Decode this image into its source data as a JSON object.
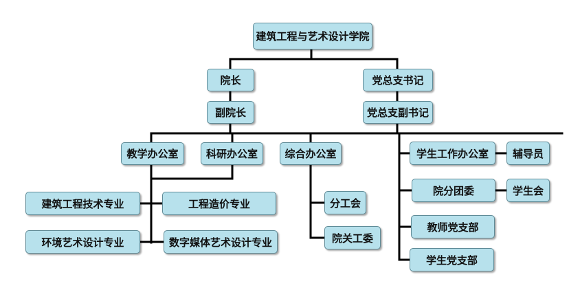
{
  "org": {
    "college": "建筑工程与艺术设计学院",
    "dean": "院长",
    "party_secretary": "党总支书记",
    "vice_dean": "副院长",
    "deputy_party_secretary": "党总支副书记",
    "teaching_office": "教学办公室",
    "research_office": "科研办公室",
    "general_office": "综合办公室",
    "student_affairs_office": "学生工作办公室",
    "counselor": "辅导员",
    "youth_league": "院分团委",
    "student_union": "学生会",
    "teacher_party_branch": "教师党支部",
    "student_party_branch": "学生党支部",
    "major_construction_tech": "建筑工程技术专业",
    "major_cost_engineering": "工程造价专业",
    "major_environmental_art": "环境艺术设计专业",
    "major_digital_media": "数字媒体艺术设计专业",
    "trade_union": "分工会",
    "elderly_care_committee": "院关工委"
  },
  "colors": {
    "box_fill": "#b7e1ec",
    "box_border": "#5f8a96",
    "connector": "#000000"
  }
}
